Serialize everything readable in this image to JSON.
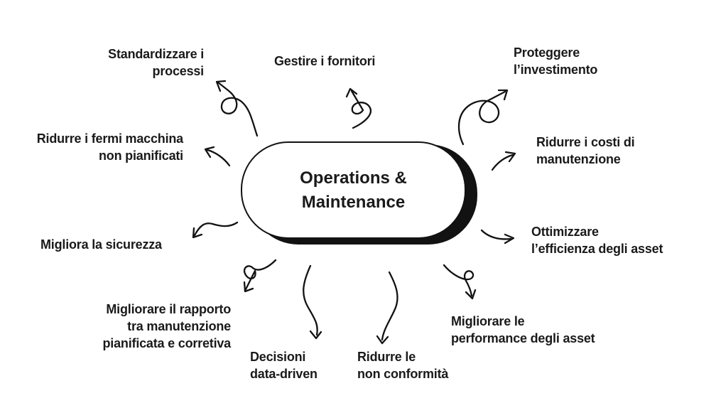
{
  "title": "Operations &\nMaintenance",
  "colors": {
    "background": "#ffffff",
    "text": "#1a1a1a",
    "stroke": "#121212",
    "center_fill": "#ffffff",
    "center_shadow": "#121212"
  },
  "center": {
    "label": "Operations &\nMaintenance"
  },
  "nodes": {
    "standardizzare": {
      "label": "Standardizzare i\nprocessi"
    },
    "gestire": {
      "label": "Gestire i fornitori"
    },
    "proteggere": {
      "label": "Proteggere\nl’investimento"
    },
    "ridurre_fermi": {
      "label": "Ridurre i fermi macchina\nnon pianificati"
    },
    "ridurre_costi": {
      "label": "Ridurre i costi di\nmanutenzione"
    },
    "migliora_sicurezza": {
      "label": "Migliora la sicurezza"
    },
    "ottimizzare": {
      "label": "Ottimizzare\nl’efficienza degli asset"
    },
    "rapporto": {
      "label": "Migliorare il rapporto\ntra manutenzione\npianificata e corretiva"
    },
    "decisioni": {
      "label": "Decisioni\ndata-driven"
    },
    "non_conformita": {
      "label": "Ridurre le\nnon conformità"
    },
    "performance": {
      "label": "Migliorare le\nperformance degli asset"
    }
  },
  "connectors": [
    "center-to-standardizzare",
    "center-to-gestire",
    "center-to-proteggere",
    "center-to-ridurre-costi",
    "center-to-ottimizzare",
    "center-to-ridurre-fermi",
    "center-to-migliora-sicurezza",
    "center-to-rapporto",
    "center-to-decisioni",
    "center-to-non-conformita",
    "center-to-performance"
  ]
}
